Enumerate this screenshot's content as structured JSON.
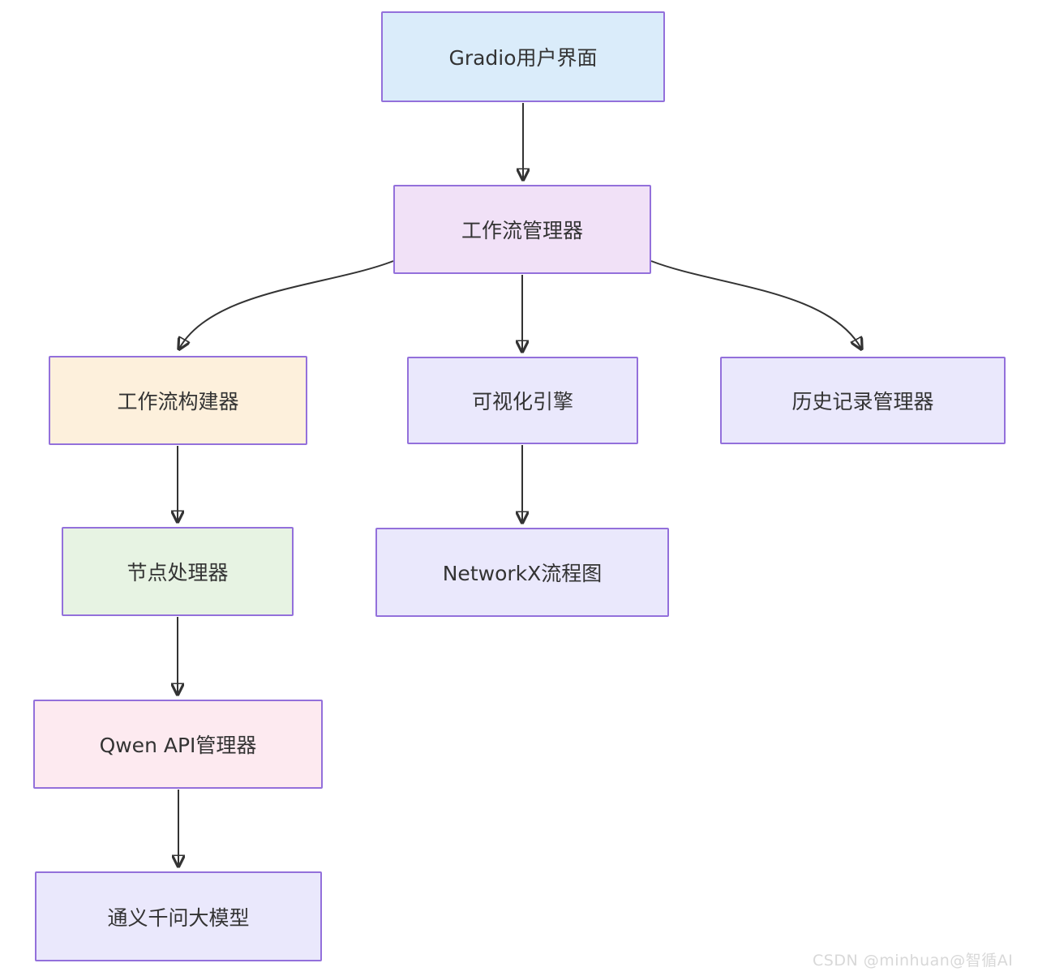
{
  "diagram": {
    "type": "flowchart",
    "direction": "top-down",
    "background_color": "#ffffff",
    "node_border_color": "#9370DB",
    "edge_color": "#333333",
    "text_color": "#333333",
    "nodes": [
      {
        "id": "gradio-ui",
        "label": "Gradio用户界面",
        "fill": "#daecfa"
      },
      {
        "id": "workflow-manager",
        "label": "工作流管理器",
        "fill": "#f1e1f7"
      },
      {
        "id": "workflow-builder",
        "label": "工作流构建器",
        "fill": "#fdf0dc"
      },
      {
        "id": "visualization-engine",
        "label": "可视化引擎",
        "fill": "#eae8fc"
      },
      {
        "id": "history-manager",
        "label": "历史记录管理器",
        "fill": "#eae8fc"
      },
      {
        "id": "node-processor",
        "label": "节点处理器",
        "fill": "#e7f3e3"
      },
      {
        "id": "networkx-flowchart",
        "label": "NetworkX流程图",
        "fill": "#eae8fc"
      },
      {
        "id": "qwen-api-manager",
        "label": "Qwen API管理器",
        "fill": "#fdeaf0"
      },
      {
        "id": "tongyi-qianwen-llm",
        "label": "通义千问大模型",
        "fill": "#eae8fc"
      }
    ],
    "edges": [
      {
        "from": "gradio-ui",
        "to": "workflow-manager"
      },
      {
        "from": "workflow-manager",
        "to": "workflow-builder"
      },
      {
        "from": "workflow-manager",
        "to": "visualization-engine"
      },
      {
        "from": "workflow-manager",
        "to": "history-manager"
      },
      {
        "from": "workflow-builder",
        "to": "node-processor"
      },
      {
        "from": "node-processor",
        "to": "qwen-api-manager"
      },
      {
        "from": "qwen-api-manager",
        "to": "tongyi-qianwen-llm"
      },
      {
        "from": "visualization-engine",
        "to": "networkx-flowchart"
      }
    ]
  },
  "watermark": {
    "text": "CSDN @minhuan@智循AI",
    "color": "#d8d8d8"
  }
}
